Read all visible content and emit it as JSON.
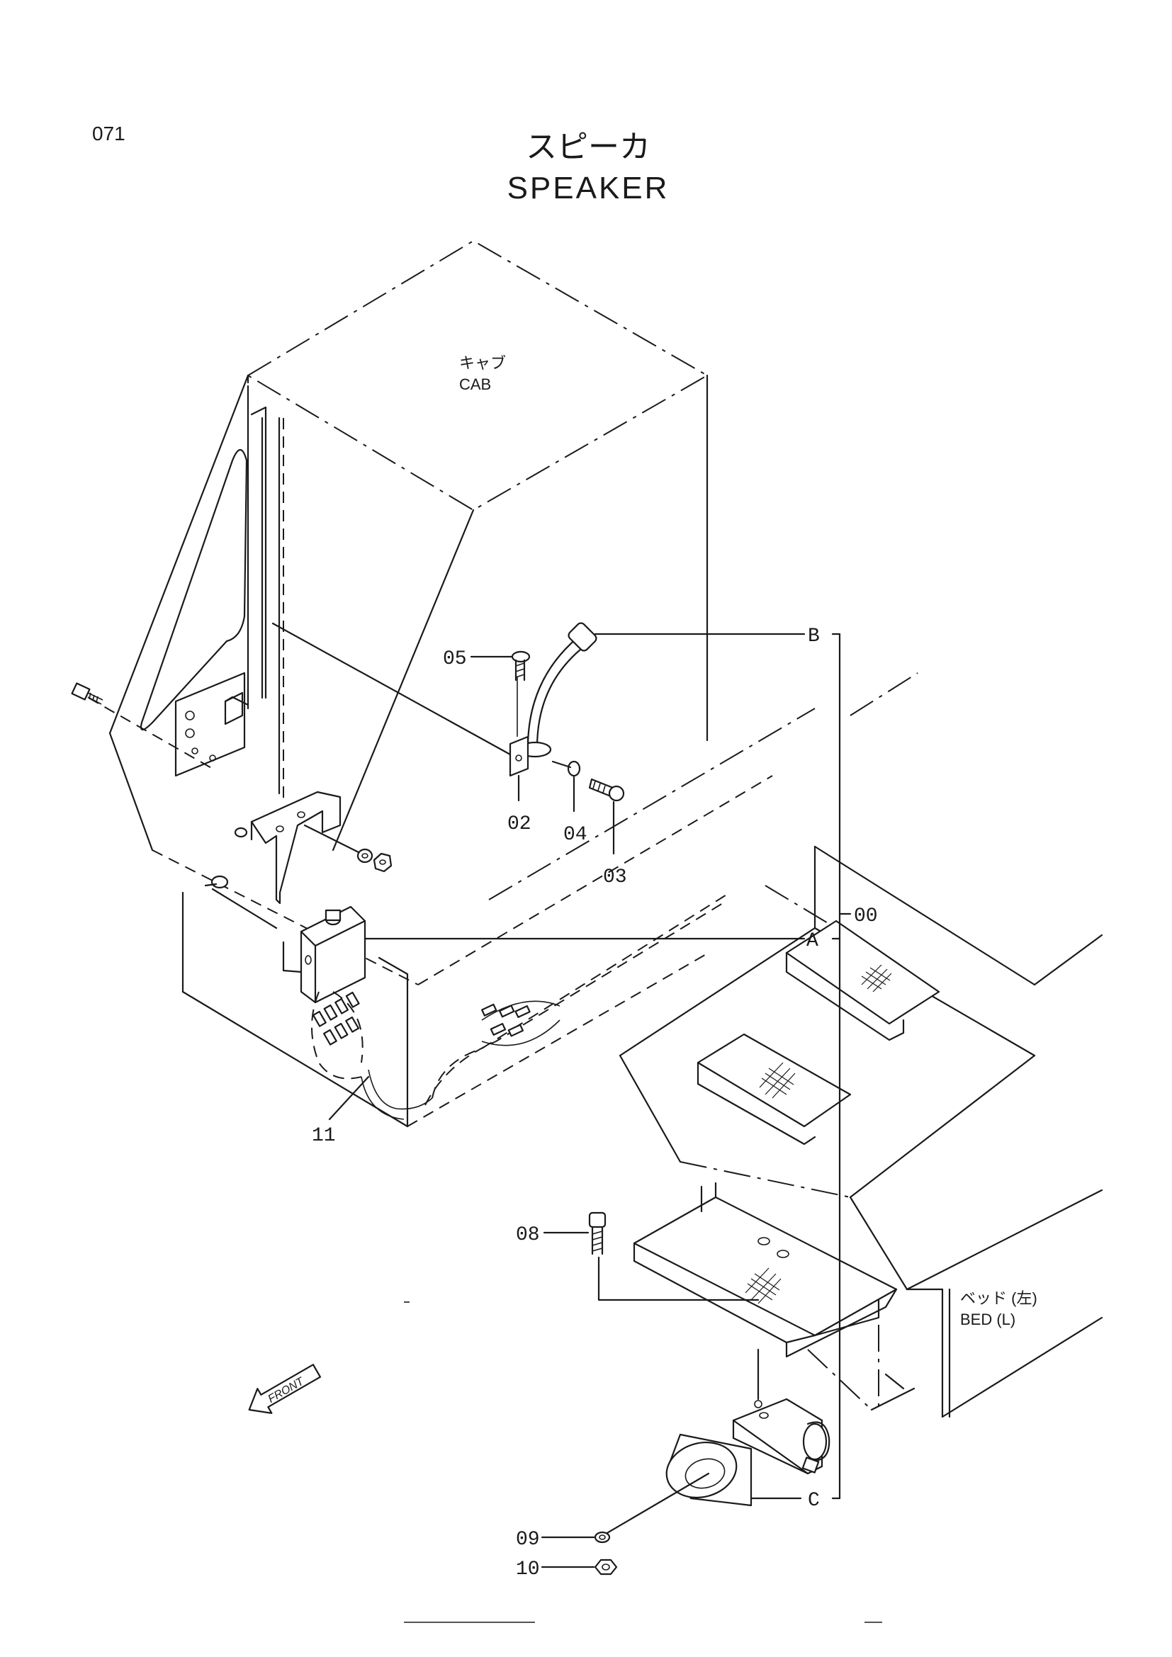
{
  "page": {
    "page_number": "071",
    "title_jp": "スピーカ",
    "title_en": "SPEAKER"
  },
  "labels": {
    "cab_jp": "キャブ",
    "cab_en": "CAB",
    "bed_jp": "ベッド (左)",
    "bed_en": "BED (L)",
    "front": "FRONT"
  },
  "callouts": {
    "p00": "00",
    "p02": "02",
    "p03": "03",
    "p04": "04",
    "p05": "05",
    "p08": "08",
    "p09": "09",
    "p10": "10",
    "p11": "11",
    "refA": "A",
    "refB": "B",
    "refC": "C"
  }
}
